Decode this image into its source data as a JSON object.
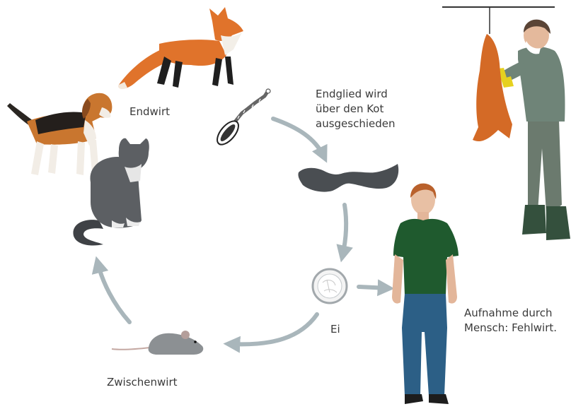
{
  "labels": {
    "endwirt": "Endwirt",
    "endglied": "Endglied wird\nüber den Kot\nausgeschieden",
    "ei": "Ei",
    "zwischenwirt": "Zwischenwirt",
    "aufnahme": "Aufnahme durch\nMensch: Fehlwirt."
  },
  "colors": {
    "arrow": "#a9b6bb",
    "fox": "#e0732b",
    "cat": "#5c5f63",
    "mouse": "#8c9093",
    "shirt": "#1f5a2e",
    "jeans": "#2c5f86",
    "hunter": "#6b7a6e"
  }
}
